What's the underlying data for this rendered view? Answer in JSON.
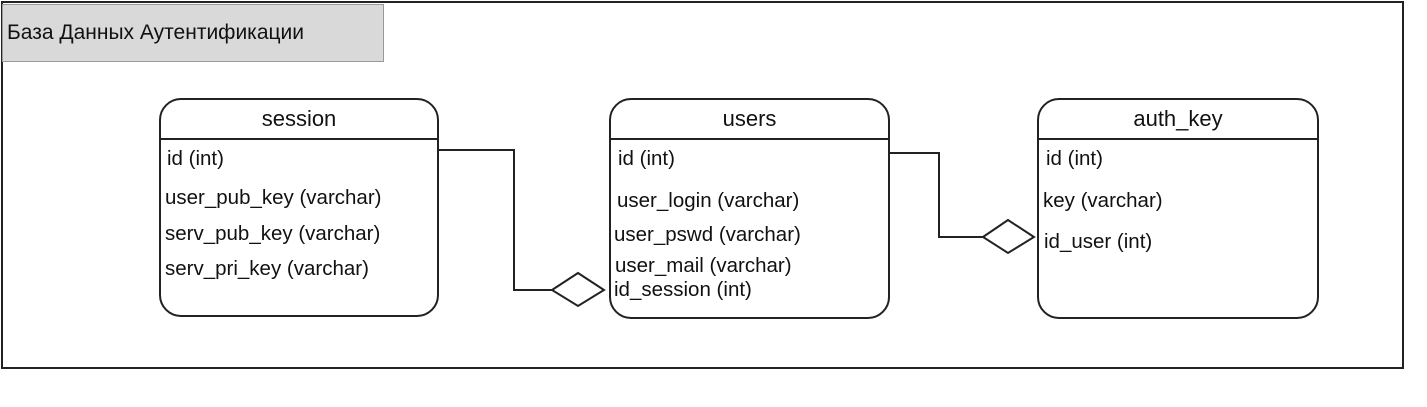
{
  "diagram": {
    "title": "База Данных Аутентификации",
    "entities": {
      "session": {
        "name": "session",
        "fields": [
          "id (int)",
          "user_pub_key (varchar)",
          "serv_pub_key (varchar)",
          "serv_pri_key (varchar)"
        ]
      },
      "users": {
        "name": "users",
        "fields": [
          "id (int)",
          "user_login (varchar)",
          "user_pswd (varchar)",
          "user_mail (varchar)",
          "id_session (int)"
        ]
      },
      "auth_key": {
        "name": "auth_key",
        "fields": [
          "id (int)",
          "key (varchar)",
          "id_user (int)"
        ]
      }
    },
    "relations": [
      {
        "from": "session.id",
        "to": "users.id_session",
        "end_marker": "diamond"
      },
      {
        "from": "users.id",
        "to": "auth_key.id_user",
        "end_marker": "diamond"
      }
    ]
  }
}
